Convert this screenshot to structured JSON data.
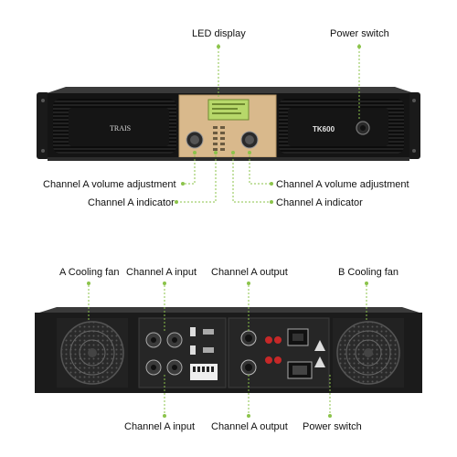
{
  "front_panel": {
    "brand": "TRAIS",
    "model": "TK600",
    "labels": {
      "led_display": "LED display",
      "power_switch": "Power switch",
      "vol_left": "Channel A volume adjustment",
      "ind_left": "Channel A indicator",
      "vol_right": "Channel A volume adjustment",
      "ind_right": "Channel A indicator"
    }
  },
  "rear_panel": {
    "labels": {
      "fan_a": "A Cooling fan",
      "input_top": "Channel A input",
      "output_top": "Channel A output",
      "fan_b": "B Cooling fan",
      "input_bottom": "Channel A input",
      "output_bottom": "Channel A output",
      "power_switch": "Power switch"
    }
  },
  "colors": {
    "leader_line": "#8bc34a",
    "gold_panel": "#d9b98c",
    "lcd": "#b7d86a",
    "chassis": "#1b1b1b"
  }
}
